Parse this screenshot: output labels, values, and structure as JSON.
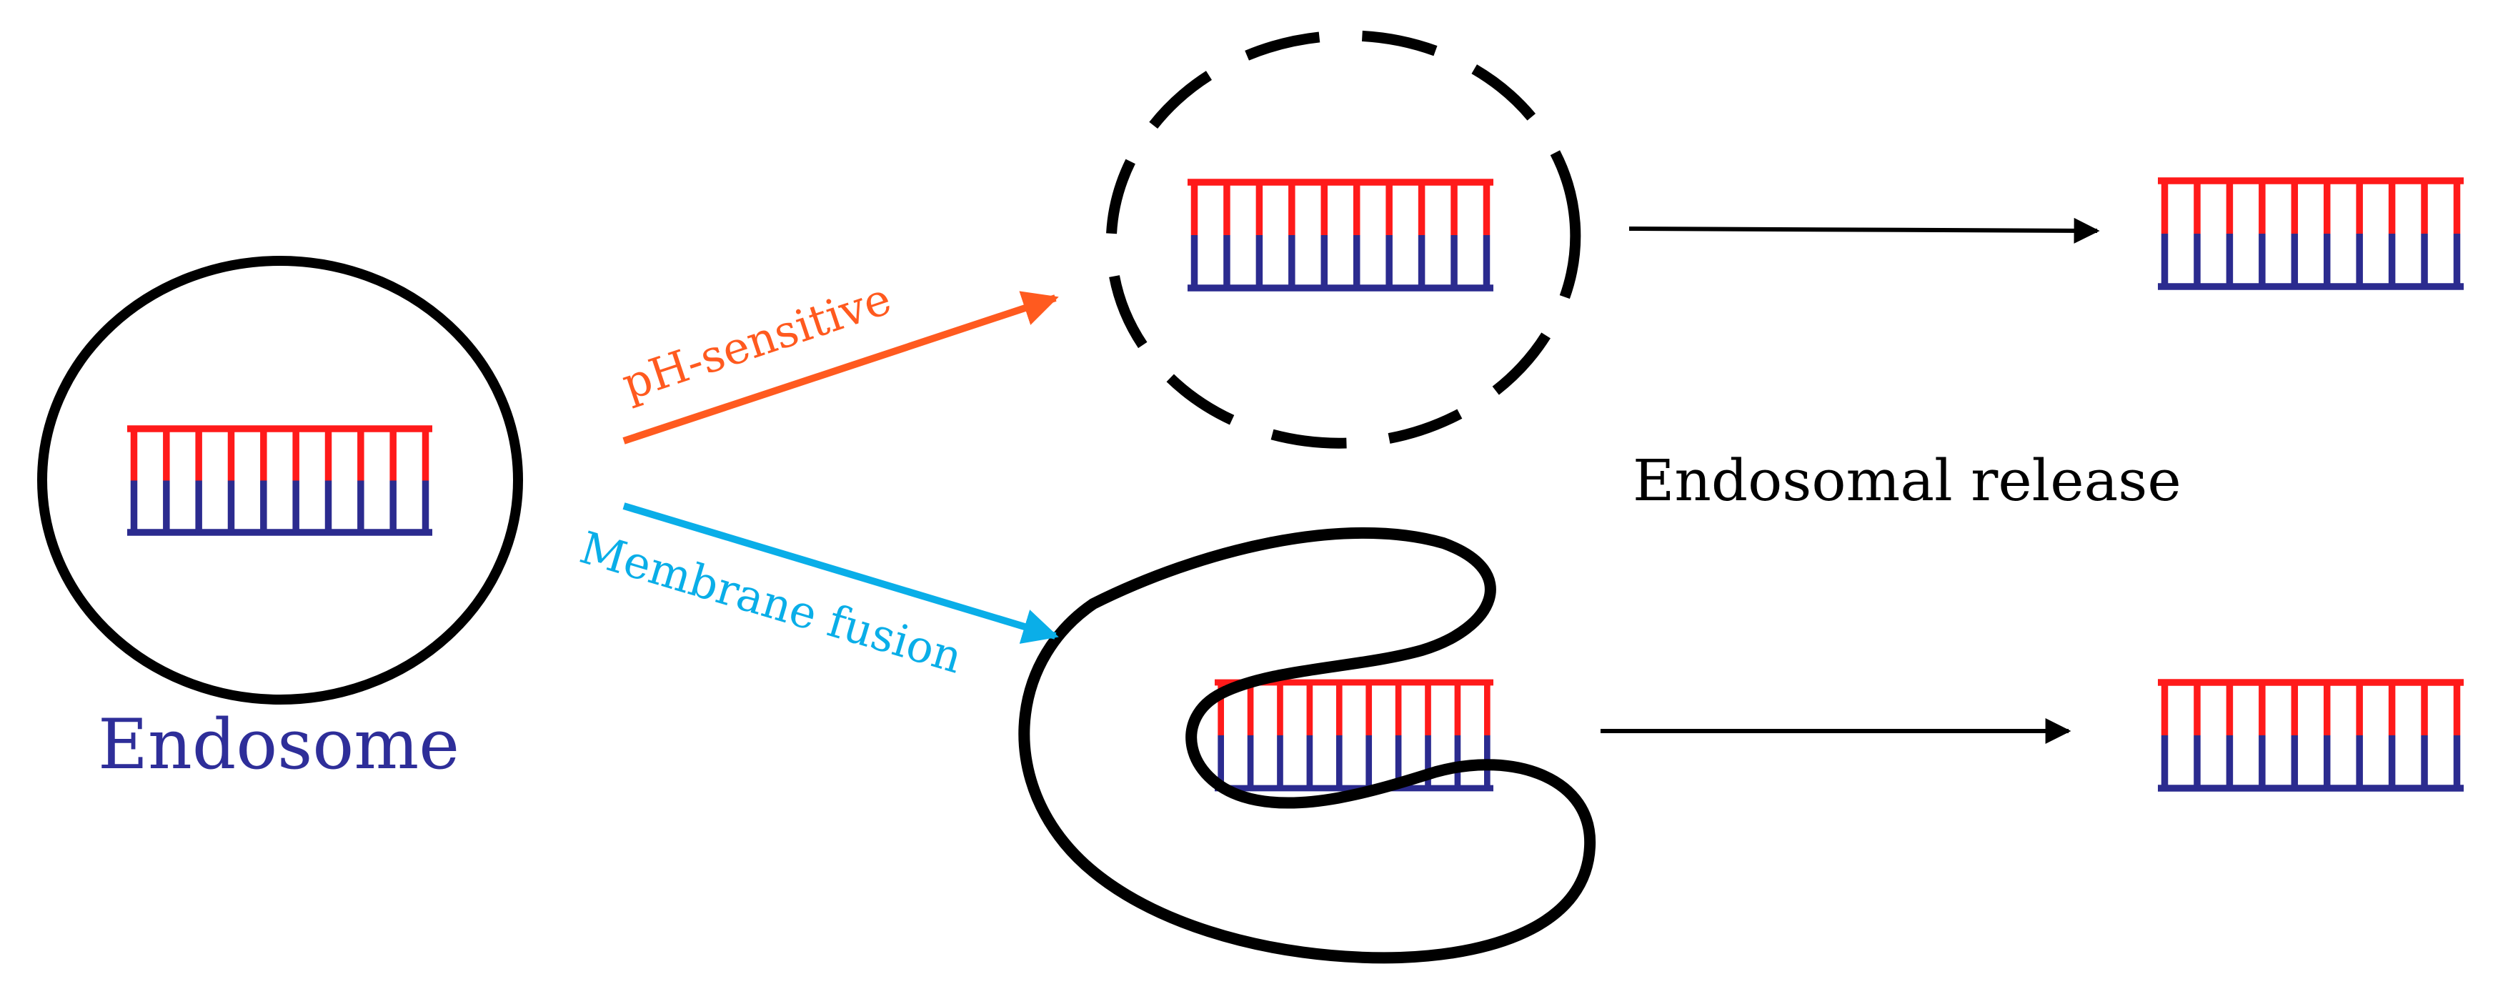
{
  "colors": {
    "background": "#ffffff",
    "outline": "#000000",
    "strand_top": "#ff1a1a",
    "strand_bottom": "#2b2b8f",
    "endosome_label": "#2e2e99",
    "ph_arrow": "#ff5a1f",
    "fusion_arrow": "#0aaee8",
    "release_label": "#000000"
  },
  "labels": {
    "endosome": "Endosome",
    "ph_sensitive": "pH-sensitive",
    "membrane_fusion": "Membrane fusion",
    "endosomal_release": "Endosomal release"
  },
  "icons": {
    "cargo": "double-stranded-nucleic-acid-icon",
    "endosome": "closed-membrane-circle",
    "ph_disrupted": "dashed-membrane-circle",
    "fusion": "open-membrane-loop"
  }
}
